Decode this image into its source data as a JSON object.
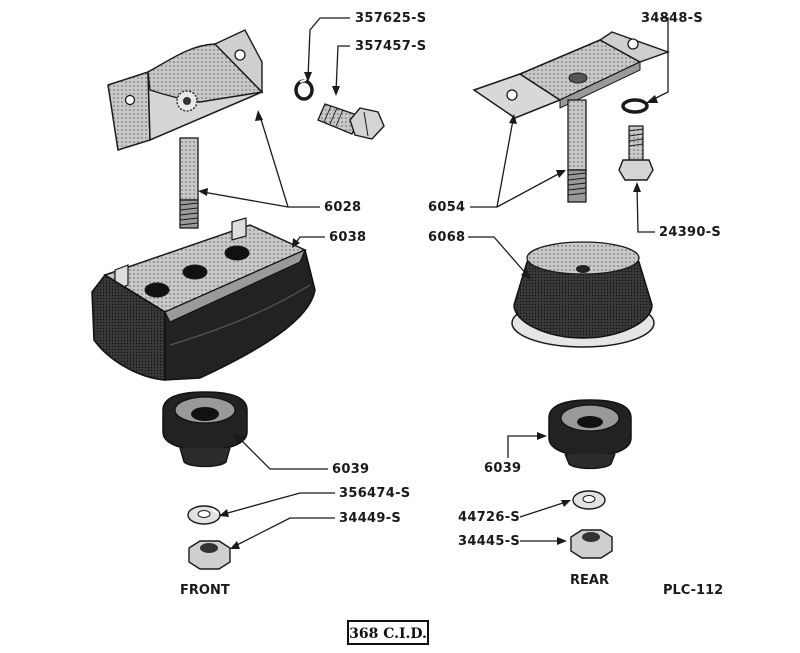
{
  "parts": {
    "p357625": "357625-S",
    "p357457": "357457-S",
    "p34848": "34848-S",
    "p6028": "6028",
    "p6038": "6038",
    "p6054": "6054",
    "p24390": "24390-S",
    "p6068": "6068",
    "p6039_front": "6039",
    "p356474": "356474-S",
    "p34449": "34449-S",
    "p6039_rear": "6039",
    "p44726": "44726-S",
    "p34445": "34445-S"
  },
  "captions": {
    "front": "FRONT",
    "rear": "REAR",
    "plate": "PLC-112",
    "engine": "368 C.I.D."
  },
  "colors": {
    "ink": "#1a1a1a",
    "rubber": "#2b2b2b",
    "metal": "#bdbdbd",
    "metal_dark": "#8a8a8a"
  },
  "icons": [
    "front-bracket-icon",
    "lock-washer-icon",
    "bolt-icon",
    "front-insulator-icon",
    "rear-bracket-icon",
    "rear-insulator-icon",
    "grommet-icon",
    "washer-icon",
    "nut-icon"
  ]
}
